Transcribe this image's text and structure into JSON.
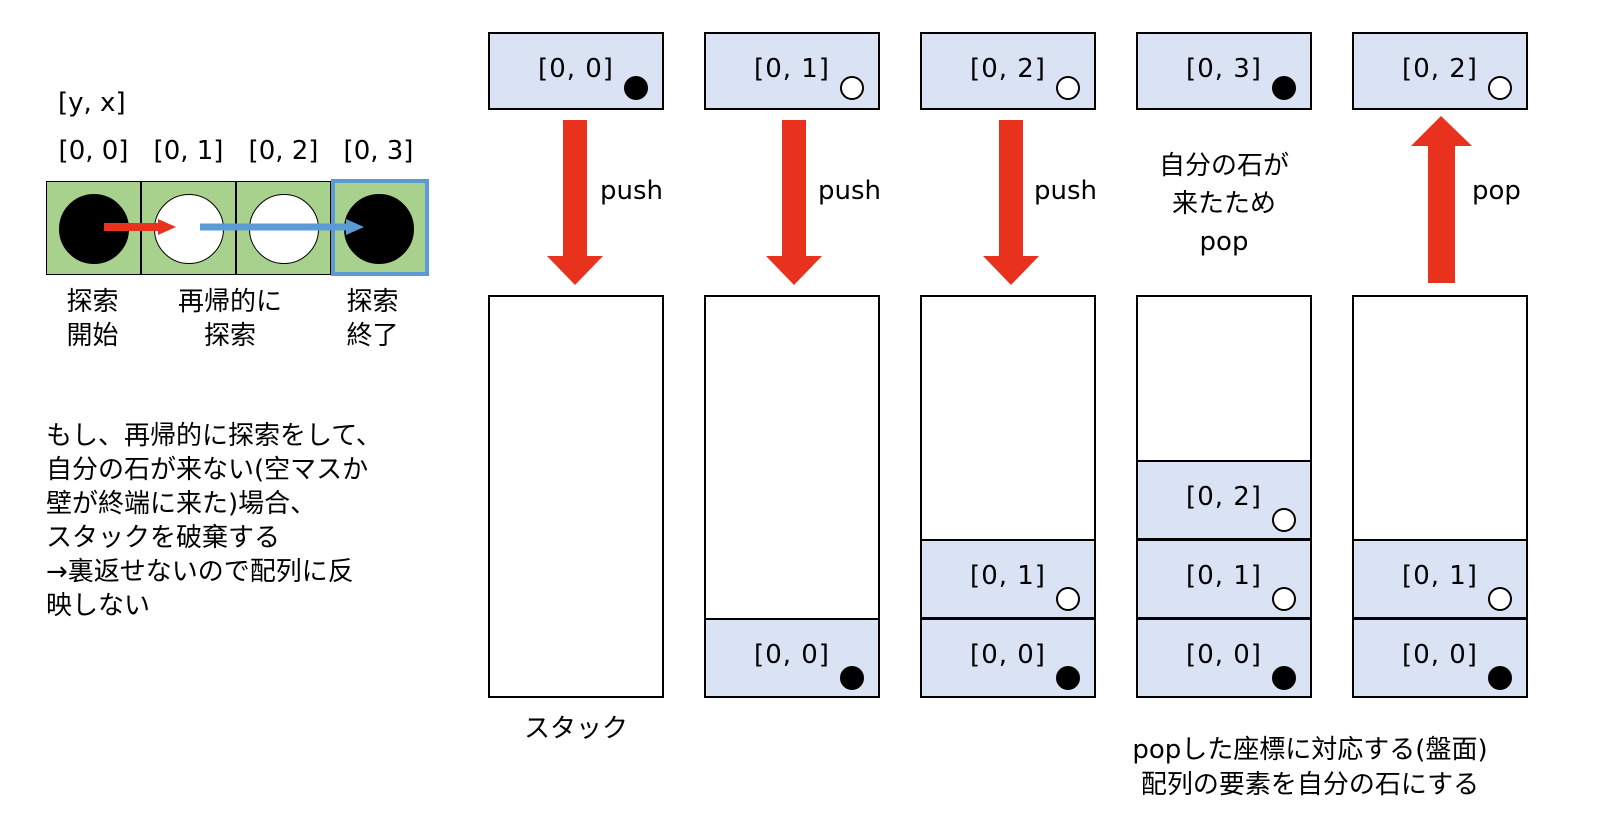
{
  "board": {
    "axis_label": "[y, x]",
    "columns": [
      "[0, 0]",
      "[0, 1]",
      "[0, 2]",
      "[0, 3]"
    ],
    "discs": [
      "black",
      "white",
      "white",
      "black"
    ],
    "label_start": "探索\n開始",
    "label_recursive": "再帰的に\n探索",
    "label_end": "探索\n終了"
  },
  "note": "もし、再帰的に探索をして、\n自分の石が来ない(空マスか\n壁が終端に来た)場合、\nスタックを破棄する\n→裏返せないので配列に反\n映しない",
  "steps": [
    {
      "top_coord": "[0, 0]",
      "top_stone": "black",
      "action": "push",
      "stack": []
    },
    {
      "top_coord": "[0, 1]",
      "top_stone": "white",
      "action": "push",
      "stack": [
        {
          "coord": "[0, 0]",
          "stone": "black"
        }
      ]
    },
    {
      "top_coord": "[0, 2]",
      "top_stone": "white",
      "action": "push",
      "stack": [
        {
          "coord": "[0, 0]",
          "stone": "black"
        },
        {
          "coord": "[0, 1]",
          "stone": "white"
        }
      ]
    },
    {
      "top_coord": "[0, 3]",
      "top_stone": "black",
      "action": "自分の石が\n来たため\npop",
      "stack": [
        {
          "coord": "[0, 0]",
          "stone": "black"
        },
        {
          "coord": "[0, 1]",
          "stone": "white"
        },
        {
          "coord": "[0, 2]",
          "stone": "white"
        }
      ]
    },
    {
      "top_coord": "[0, 2]",
      "top_stone": "white",
      "action": "pop",
      "stack": [
        {
          "coord": "[0, 0]",
          "stone": "black"
        },
        {
          "coord": "[0, 1]",
          "stone": "white"
        }
      ]
    }
  ],
  "stack_label": "スタック",
  "bottom_note": "popした座標に対応する(盤面)\n配列の要素を自分の石にする",
  "colors": {
    "arrow_red": "#e8321e",
    "arrow_blue": "#5b9bd5",
    "cell_green": "#a9d18e",
    "box_fill": "#dae3f3"
  }
}
